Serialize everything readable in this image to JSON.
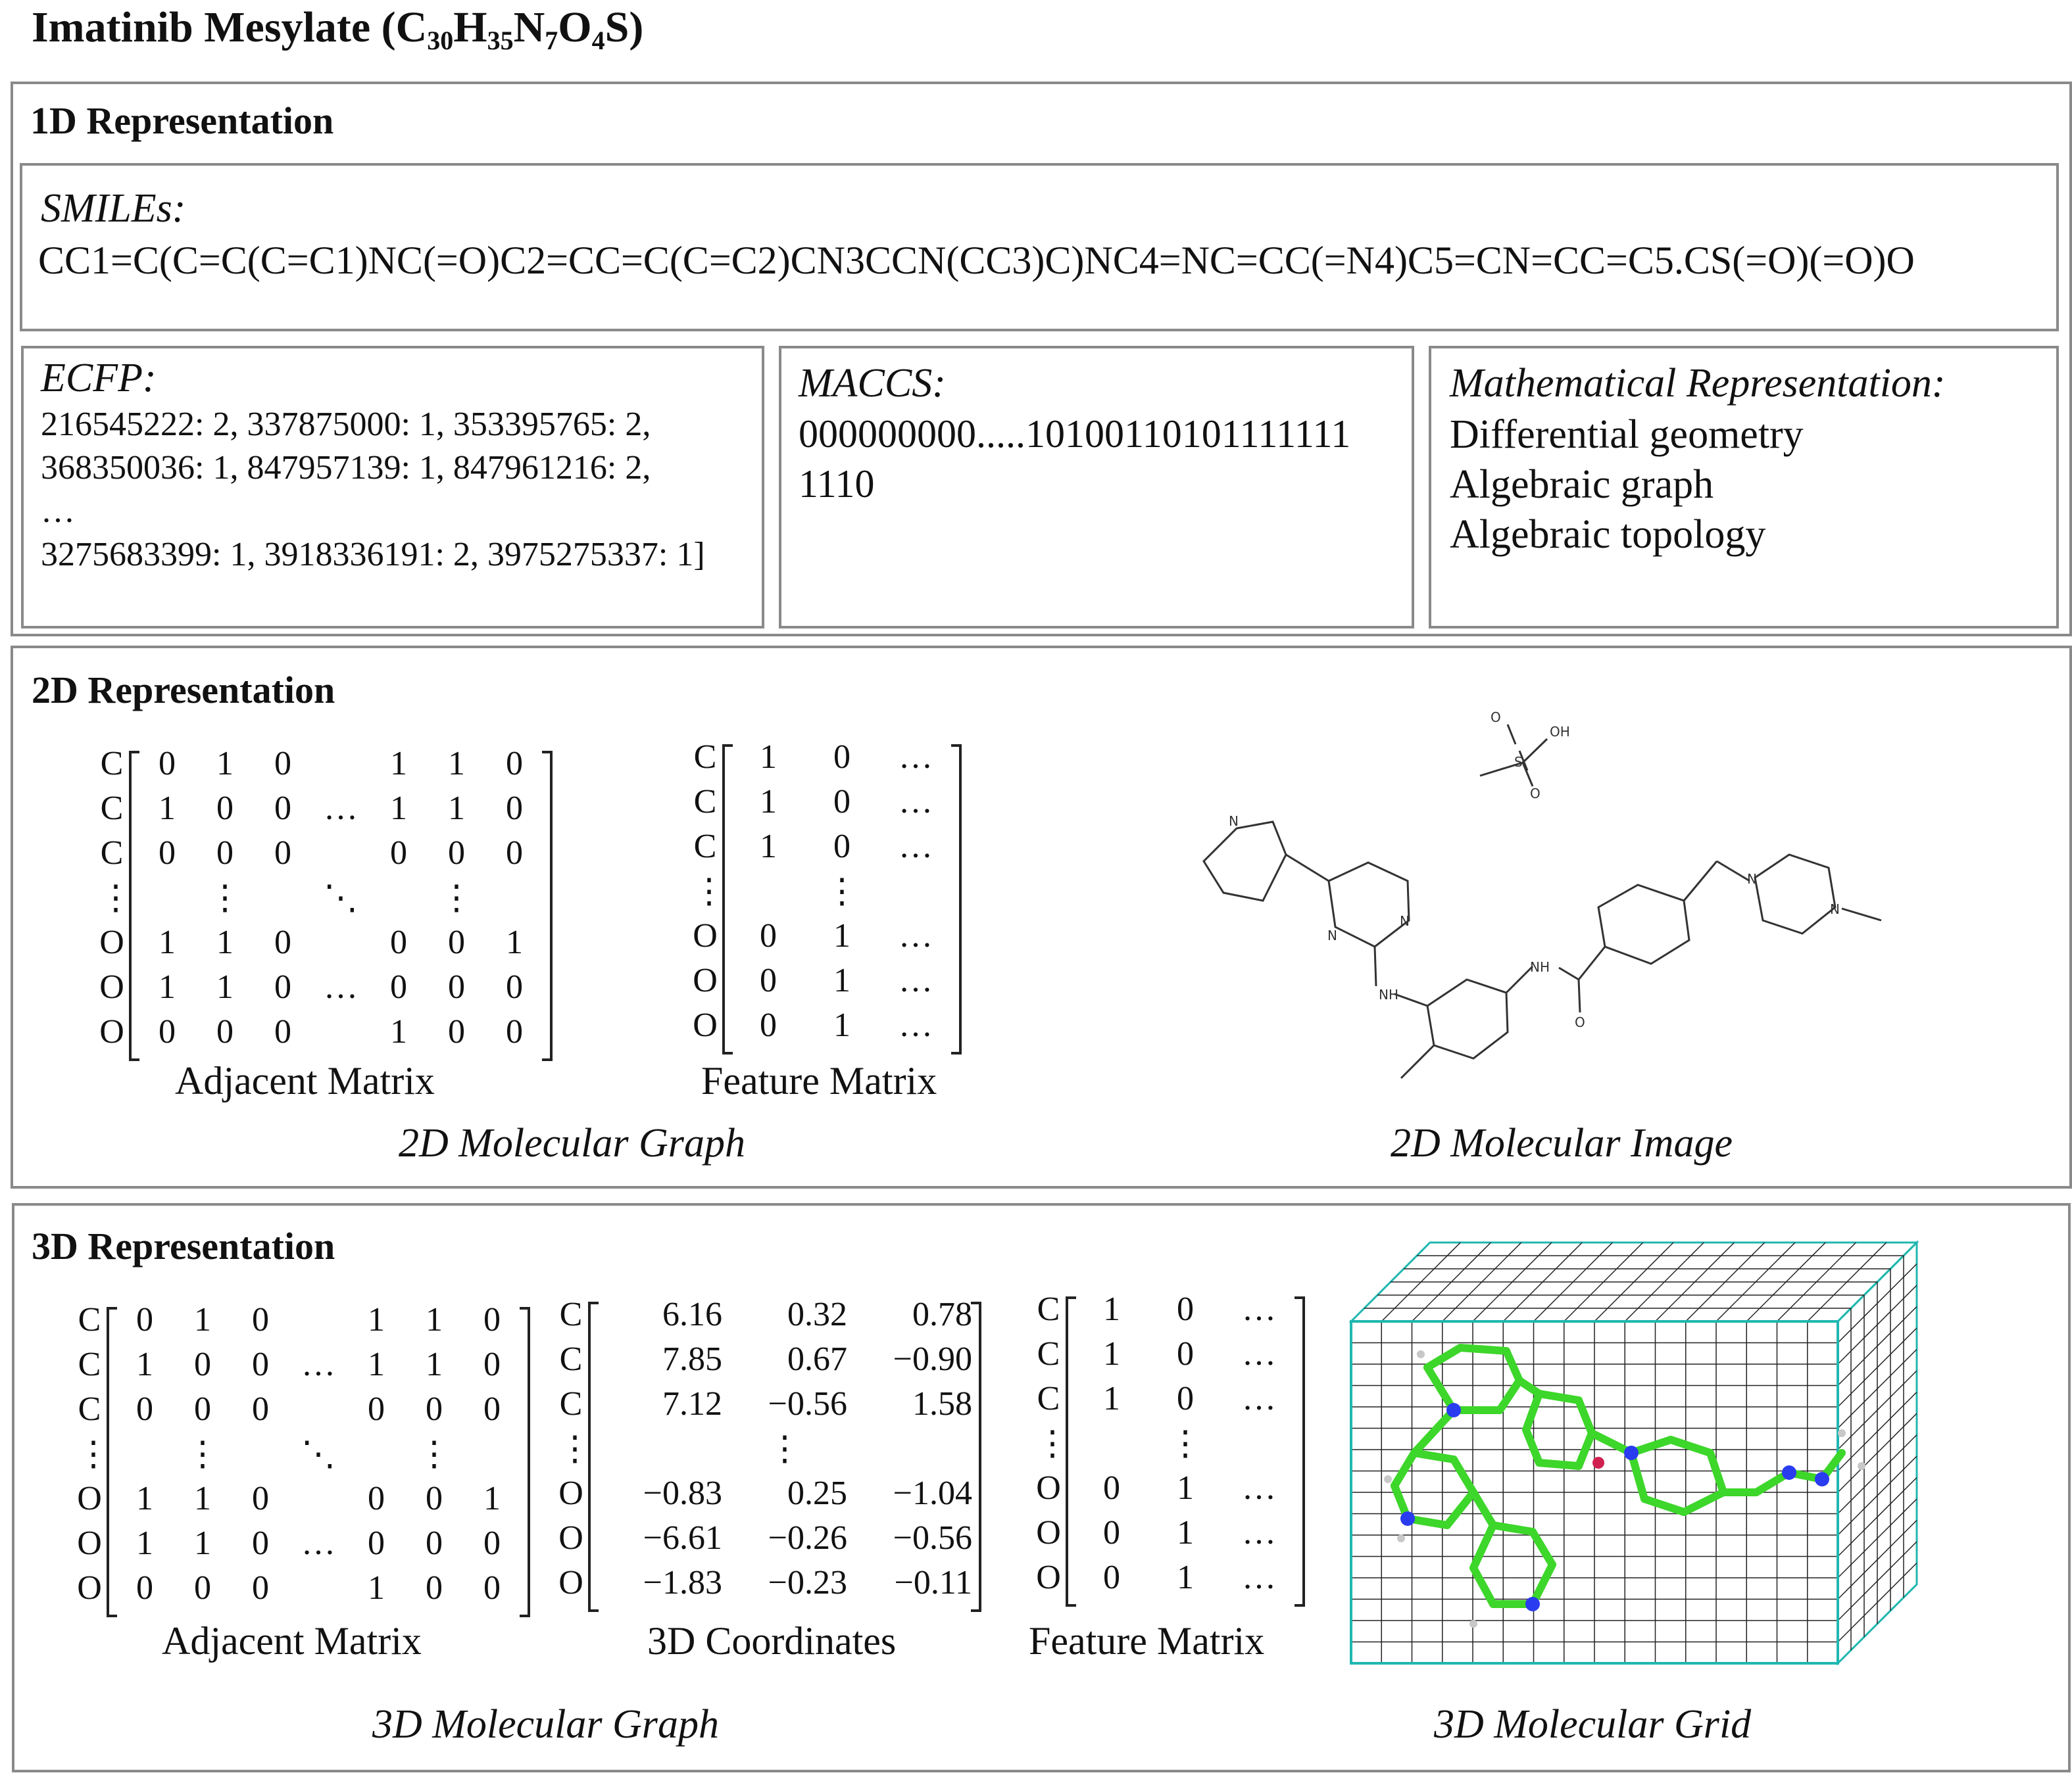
{
  "title": {
    "main": "Imatinib Mesylate (C",
    "s1": "30",
    "h": "H",
    "s2": "35",
    "n": "N",
    "s3": "7",
    "o": "O",
    "s4": "4",
    "tail": "S)"
  },
  "oned": {
    "heading": "1D Representation",
    "smiles_label": "SMILEs:",
    "smiles_value": "CC1=C(C=C(C=C1)NC(=O)C2=CC=C(C=C2)CN3CCN(CC3)C)NC4=NC=CC(=N4)C5=CN=CC=C5.CS(=O)(=O)O",
    "ecfp_label": "ECFP:",
    "ecfp_lines": [
      "216545222: 2, 337875000: 1, 353395765: 2,",
      "368350036: 1, 847957139: 1, 847961216: 2,",
      "…",
      "3275683399: 1, 3918336191: 2, 3975275337: 1]"
    ],
    "maccs_label": "MACCS:",
    "maccs_lines": [
      "000000000.....10100110101111111",
      "1110"
    ],
    "math_label": "Mathematical Representation:",
    "math_lines": [
      "Differential geometry",
      "Algebraic graph",
      "Algebraic topology"
    ]
  },
  "twod": {
    "heading": "2D Representation",
    "adj_caption": "Adjacent Matrix",
    "feat_caption": "Feature Matrix",
    "graph_caption": "2D Molecular Graph",
    "image_caption": "2D Molecular Image",
    "row_labels": [
      "C",
      "C",
      "C",
      "⋮",
      "O",
      "O",
      "O"
    ],
    "adj_rows": [
      [
        "0",
        "1",
        "0",
        "",
        "1",
        "1",
        "0"
      ],
      [
        "1",
        "0",
        "0",
        "…",
        "1",
        "1",
        "0"
      ],
      [
        "0",
        "0",
        "0",
        "",
        "0",
        "0",
        "0"
      ],
      [
        "",
        "⋮",
        "",
        "⋱",
        "",
        "⋮",
        ""
      ],
      [
        "1",
        "1",
        "0",
        "",
        "0",
        "0",
        "1"
      ],
      [
        "1",
        "1",
        "0",
        "…",
        "0",
        "0",
        "0"
      ],
      [
        "0",
        "0",
        "0",
        "",
        "1",
        "0",
        "0"
      ]
    ],
    "feat_rows": [
      [
        "1",
        "0",
        "…"
      ],
      [
        "1",
        "0",
        "…"
      ],
      [
        "1",
        "0",
        "…"
      ],
      [
        "",
        "⋮",
        ""
      ],
      [
        "0",
        "1",
        "…"
      ],
      [
        "0",
        "1",
        "…"
      ],
      [
        "0",
        "1",
        "…"
      ]
    ],
    "atom_labels": [
      "N",
      "N",
      "N",
      "NH",
      "NH",
      "O",
      "N",
      "N",
      "O",
      "O",
      "OH",
      "S"
    ]
  },
  "threed": {
    "heading": "3D Representation",
    "adj_caption": "Adjacent Matrix",
    "coord_caption": "3D Coordinates",
    "feat_caption": "Feature Matrix",
    "graph_caption": "3D Molecular Graph",
    "grid_caption": "3D Molecular Grid",
    "coord_rows": [
      [
        "6.16",
        "0.32",
        "0.78"
      ],
      [
        "7.85",
        "0.67",
        "−0.90"
      ],
      [
        "7.12",
        "−0.56",
        "1.58"
      ],
      [
        "",
        "⋮",
        ""
      ],
      [
        "−0.83",
        "0.25",
        "−1.04"
      ],
      [
        "−6.61",
        "−0.26",
        "−0.56"
      ],
      [
        "−1.83",
        "−0.23",
        "−0.11"
      ]
    ],
    "colors": {
      "grid": "#20b7b0",
      "carbon": "#3dd62a",
      "nitrogen": "#2a3cf0",
      "oxygen": "#d02050",
      "hydrogen": "#c8c8c8"
    }
  }
}
